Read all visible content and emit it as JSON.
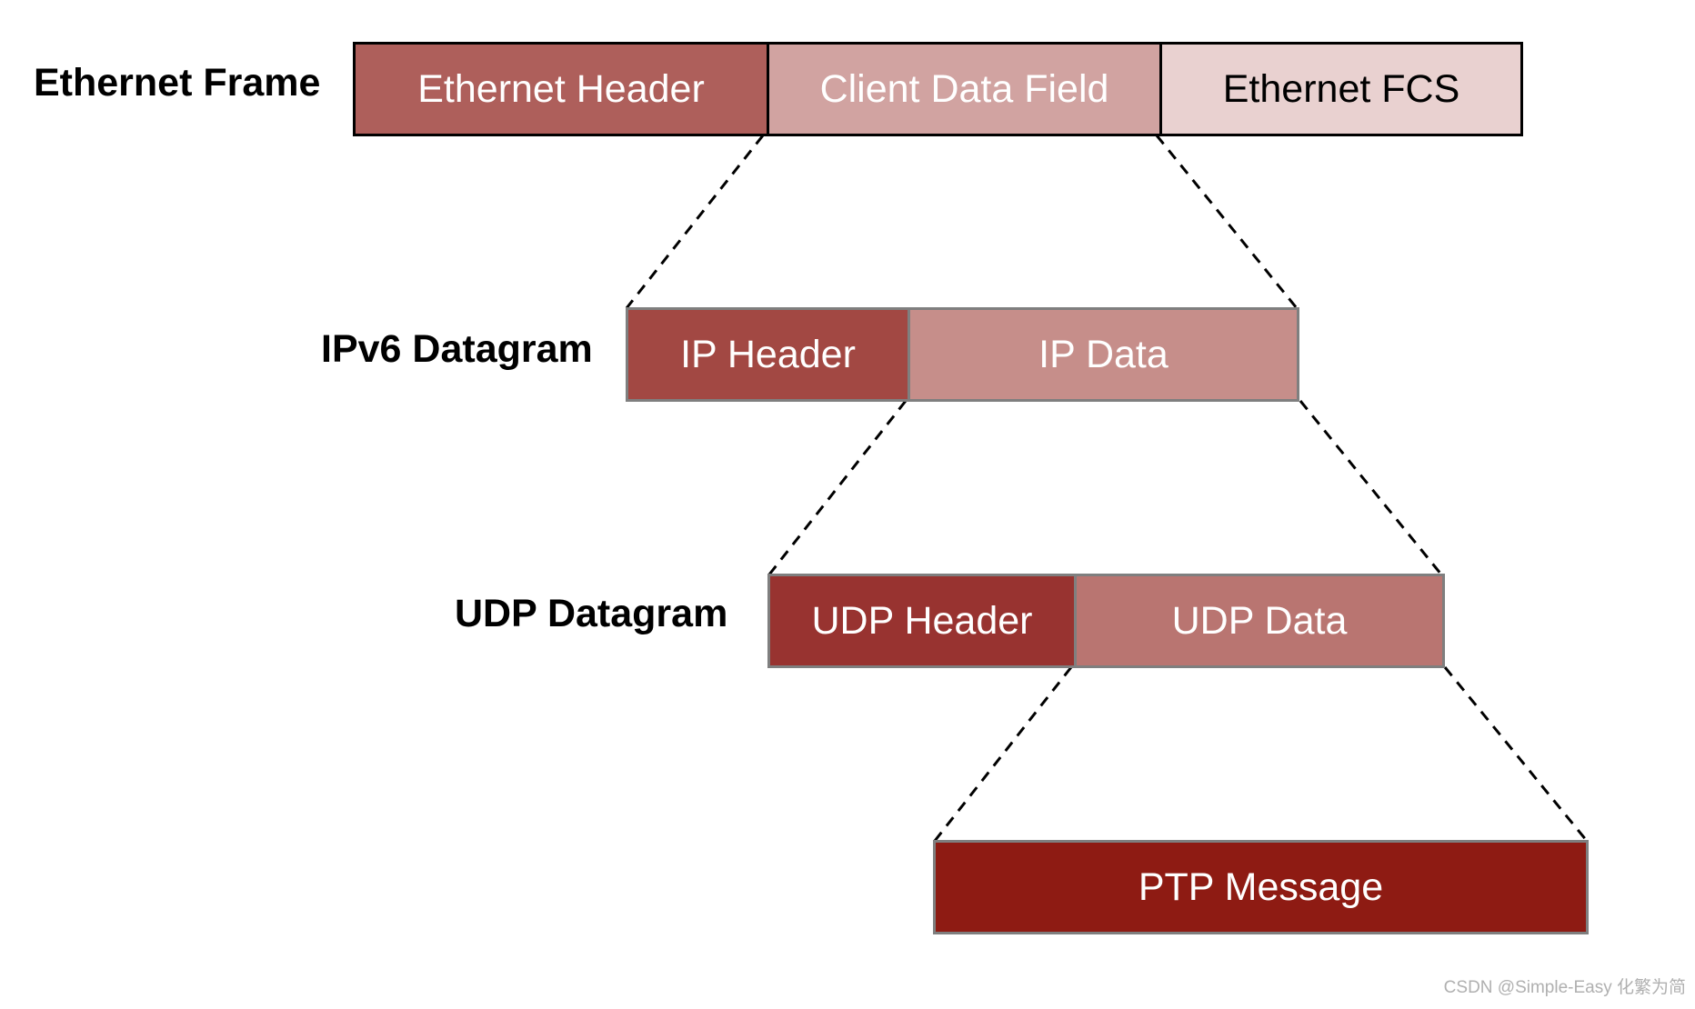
{
  "rows": [
    {
      "label": "Ethernet Frame",
      "segments": [
        {
          "text": "Ethernet Header",
          "fill": "#ae5f5b",
          "text_color": "#ffffff"
        },
        {
          "text": "Client Data Field",
          "fill": "#d1a3a1",
          "text_color": "#ffffff"
        },
        {
          "text": "Ethernet FCS",
          "fill": "#e9d1d0",
          "text_color": "#000000"
        }
      ]
    },
    {
      "label": "IPv6 Datagram",
      "segments": [
        {
          "text": "IP Header",
          "fill": "#a24843",
          "text_color": "#ffffff"
        },
        {
          "text": "IP Data",
          "fill": "#c68e8a",
          "text_color": "#ffffff"
        }
      ]
    },
    {
      "label": "UDP Datagram",
      "segments": [
        {
          "text": "UDP Header",
          "fill": "#983330",
          "text_color": "#ffffff"
        },
        {
          "text": "UDP Data",
          "fill": "#b97571",
          "text_color": "#ffffff"
        }
      ]
    },
    {
      "label": "",
      "segments": [
        {
          "text": "PTP Message",
          "fill": "#8e1b13",
          "text_color": "#ffffff"
        }
      ]
    }
  ],
  "watermark": "CSDN @Simple-Easy 化繁为简"
}
